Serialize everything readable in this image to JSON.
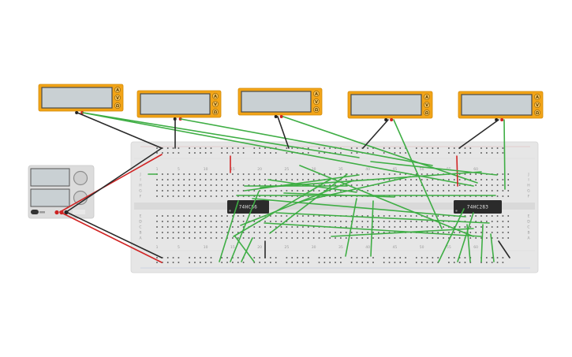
{
  "app": {
    "name": "circuit-simulator"
  },
  "breadboard": {
    "row_letters_top": [
      "J",
      "I",
      "H",
      "G",
      "F"
    ],
    "row_letters_bottom": [
      "E",
      "D",
      "C",
      "B",
      "A"
    ],
    "column_numbers": [
      "1",
      "5",
      "10",
      "15",
      "20",
      "25",
      "30",
      "35",
      "40",
      "45",
      "50",
      "55",
      "60"
    ]
  },
  "chips": [
    {
      "id": "chip1",
      "label": "74HC86"
    },
    {
      "id": "chip2",
      "label": "74HC283"
    }
  ],
  "multimeters": [
    {
      "id": "mm1",
      "knobs": [
        "A",
        "V",
        "Ω"
      ]
    },
    {
      "id": "mm2",
      "knobs": [
        "A",
        "V",
        "Ω"
      ]
    },
    {
      "id": "mm3",
      "knobs": [
        "A",
        "V",
        "Ω"
      ]
    },
    {
      "id": "mm4",
      "knobs": [
        "A",
        "V",
        "Ω"
      ]
    },
    {
      "id": "mm5",
      "knobs": [
        "A",
        "V",
        "Ω"
      ]
    }
  ],
  "power_supply": {
    "id": "psu1"
  },
  "colors": {
    "wire_green": "#3fae45",
    "wire_red": "#d12525",
    "wire_black": "#2a2a2a",
    "multimeter_body": "#f2a417",
    "multimeter_screen": "#c9d0d3",
    "breadboard": "#e6e6e6",
    "chip": "#2b2b2b"
  }
}
